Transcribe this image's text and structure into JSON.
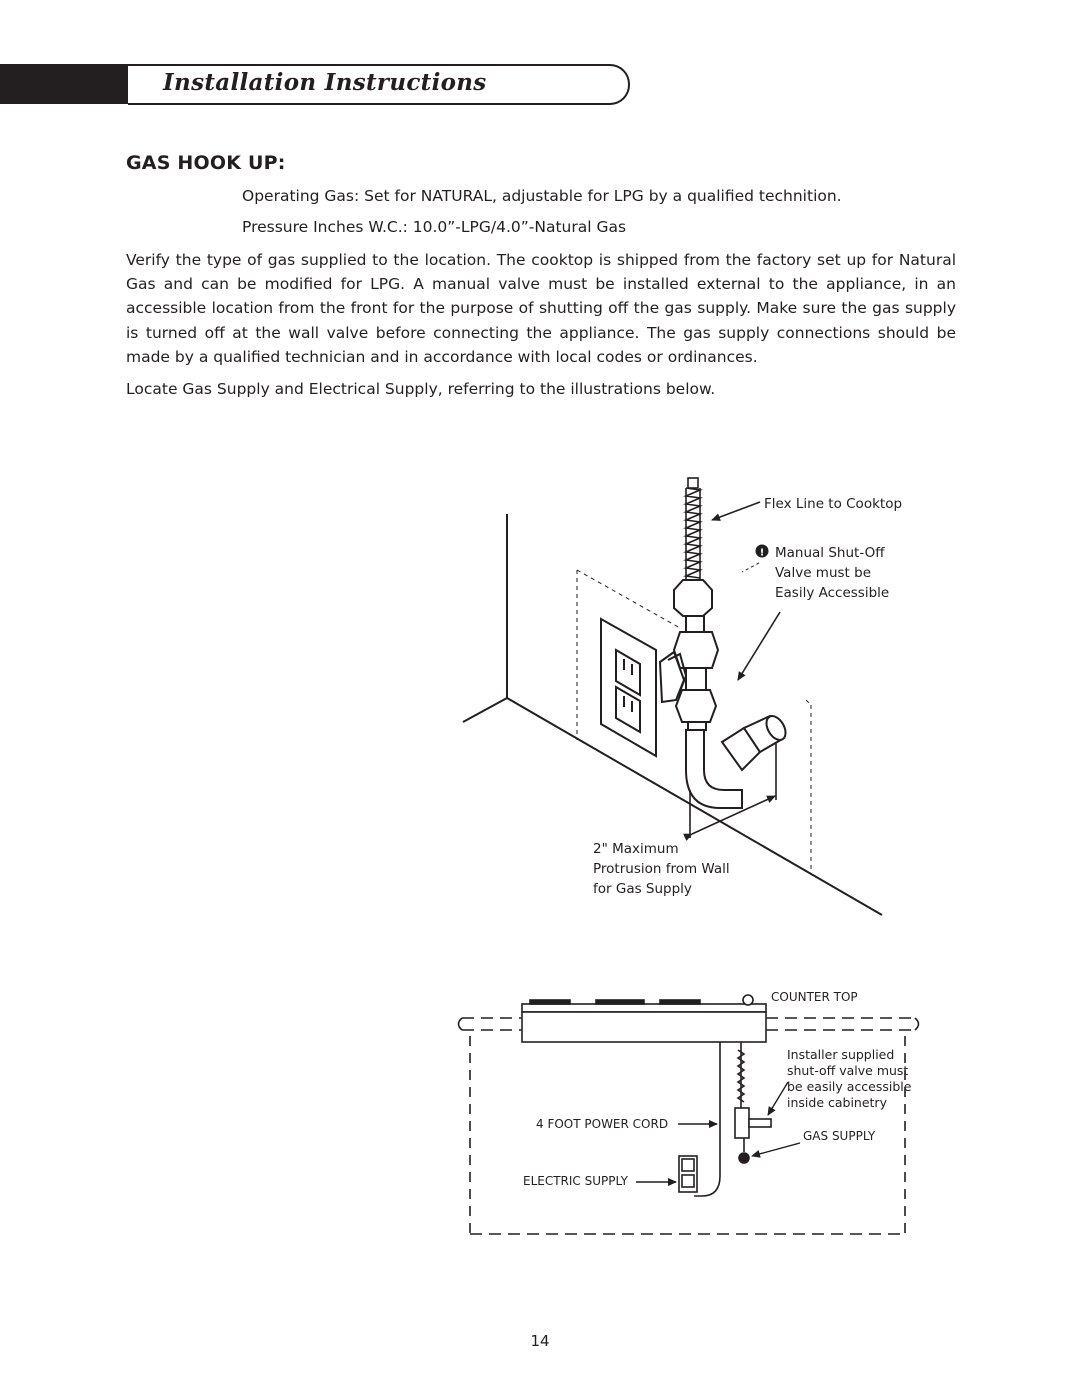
{
  "header": {
    "title": "Installation Instructions"
  },
  "section": {
    "title": "GAS HOOK UP:",
    "operating_gas": "Operating Gas:  Set for NATURAL, adjustable for LPG by a qualified technition.",
    "pressure": "Pressure Inches W.C.:  10.0”-LPG/4.0”-Natural Gas",
    "body": "Verify the type of gas supplied to the location. The cooktop is shipped from the factory set up for Natural Gas and can be modified for LPG. A manual valve must be installed external to the appliance, in an accessible location from the front for the purpose of shutting off the gas supply. Make sure the gas supply is turned off at the wall valve before connecting the appliance. The gas supply connections should be made by a qualified technician and in accordance with local codes or ordinances.",
    "locate": "Locate Gas Supply and Electrical Supply, referring to the illustrations below."
  },
  "figure1": {
    "flex_line": "Flex Line to Cooktop",
    "valve_line1": "Manual Shut-Off",
    "valve_line2": "Valve must be",
    "valve_line3": "Easily Accessible",
    "protrusion_line1": "2\" Maximum",
    "protrusion_line2": "Protrusion from Wall",
    "protrusion_line3": "for Gas Supply"
  },
  "figure2": {
    "counter_top": "COUNTER TOP",
    "installer_line1": "Installer supplied",
    "installer_line2": "shut-off valve must",
    "installer_line3": "be easily accessible",
    "installer_line4": "inside cabinetry",
    "power_cord": "4 FOOT POWER CORD",
    "gas_supply": "GAS SUPPLY",
    "electric_supply": "ELECTRIC SUPPLY"
  },
  "page_number": "14"
}
